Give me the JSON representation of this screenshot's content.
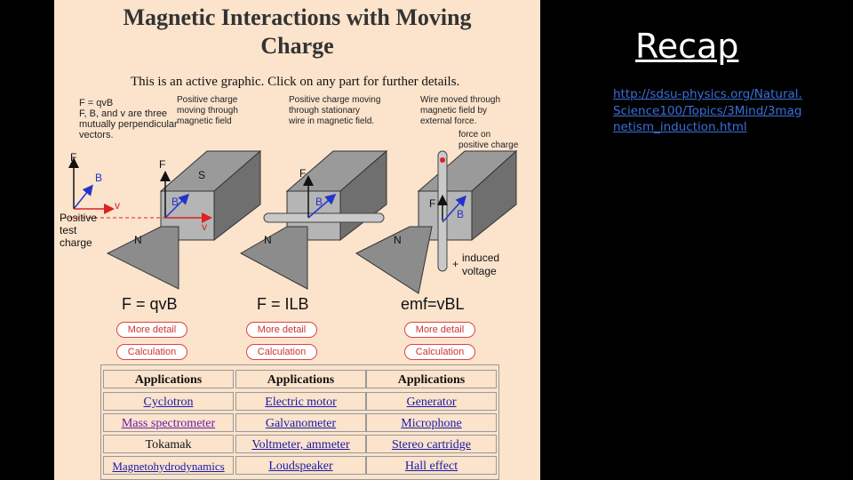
{
  "graphic": {
    "title_line1": "Magnetic Interactions with Moving",
    "title_line2": "Charge",
    "instruction": "This is an active graphic. Click on any part for further details.",
    "notes": {
      "formula_note_1": "F = qvB",
      "formula_note_2": "F, B, and  v are three",
      "formula_note_3": "mutually perpendicular",
      "formula_note_4": "vectors.",
      "col1_1": "Positive charge",
      "col1_2": "moving through",
      "col1_3": "magnetic field",
      "col2_1": "Positive charge moving",
      "col2_2": "through stationary",
      "col2_3": "wire in magnetic field.",
      "col3_1": "Wire moved through",
      "col3_2": "magnetic field by",
      "col3_3": "external force.",
      "force_1": "force on",
      "force_2": "positive charge"
    },
    "labels": {
      "F": "F",
      "B": "B",
      "v": "v",
      "S": "S",
      "N": "N",
      "test_1": "Positive",
      "test_2": "test",
      "test_3": "charge",
      "induced_1": "induced",
      "induced_2": "voltage",
      "plus": "+"
    },
    "formulas": [
      "F = qvB",
      "F = ILB",
      "emf=vBL"
    ],
    "more_detail": "More detail",
    "calculation": "Calculation",
    "applications": {
      "headers": [
        "Applications",
        "Applications",
        "Applications"
      ],
      "rows": [
        [
          "Cyclotron",
          "Electric motor",
          "Generator"
        ],
        [
          "Mass spectrometer",
          "Galvanometer",
          "Microphone"
        ],
        [
          "Tokamak",
          "Voltmeter, ammeter",
          "Stereo cartridge"
        ],
        [
          "Magnetohydrodynamics",
          "Loudspeaker",
          "Hall effect"
        ]
      ]
    }
  },
  "side": {
    "title": "Recap",
    "url": "http://sdsu-physics.org/Natural.Science100/Topics/3Mind/3magnetism_induction.html"
  }
}
